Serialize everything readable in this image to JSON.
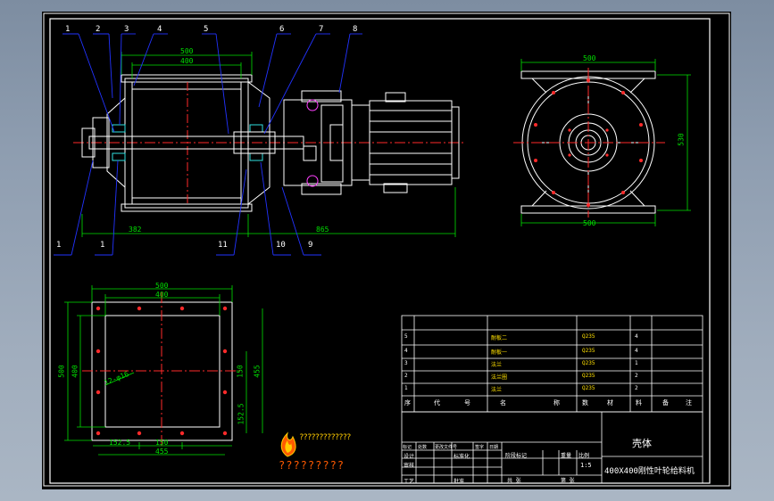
{
  "colors": {
    "background": "#000000",
    "frame": "#ffffff",
    "dim": "#00e000",
    "leader": "#2233ff",
    "center": "#ff2a2a",
    "yellow": "#ffe000",
    "cyan": "#30e0e0",
    "magenta": "#ff40ff"
  },
  "front_view": {
    "balloons_top": [
      "1",
      "2",
      "3",
      "4",
      "5",
      "6",
      "7",
      "8"
    ],
    "balloons_bottom": [
      "1",
      "1",
      "11",
      "10",
      "9"
    ],
    "dims": {
      "top_outer": "500",
      "top_inner": "400",
      "bottom_left": "382",
      "bottom_total": "865"
    }
  },
  "side_view": {
    "dims": {
      "top": "500",
      "bottom": "500",
      "height": "530"
    }
  },
  "plan_view": {
    "dims": {
      "top_outer": "500",
      "top_inner": "400",
      "left_outer": "500",
      "left_inner": "400",
      "right_a": "150",
      "right_b": "455",
      "right_c": "152.5",
      "bottom_a": "152.5",
      "bottom_b": "150",
      "bottom_c": "455",
      "hole_note": "12-φ16"
    }
  },
  "logo": {
    "line1": "?????????????",
    "line2": "?????????"
  },
  "parts_list": {
    "rows": [
      {
        "no": "5",
        "name": "耐板二",
        "material": "Q235",
        "qty": "4"
      },
      {
        "no": "4",
        "name": "耐板一",
        "material": "Q235",
        "qty": "4"
      },
      {
        "no": "3",
        "name": "法兰",
        "material": "Q235",
        "qty": "1"
      },
      {
        "no": "2",
        "name": "法兰圈",
        "material": "Q235",
        "qty": "2"
      },
      {
        "no": "1",
        "name": "法兰",
        "material": "Q235",
        "qty": "2"
      }
    ],
    "header": [
      "序",
      "代",
      "号",
      "名",
      "称",
      "数",
      "材",
      "料",
      "备",
      "注"
    ]
  },
  "title_block": {
    "part_name": "壳体",
    "drawing_title": "400X400刚性叶轮给料机",
    "ratio": "1:5",
    "scale_label": "比例",
    "weight_label": "重量",
    "stage_label": "阶段标记",
    "count_label": "共 张",
    "sheet_label": "第 张",
    "design": "设计",
    "check": "审核",
    "craft": "工艺",
    "std": "标准化",
    "approve": "批准",
    "mark_row": [
      "标记",
      "处数",
      "更改文件号",
      "签字",
      "日期"
    ]
  }
}
